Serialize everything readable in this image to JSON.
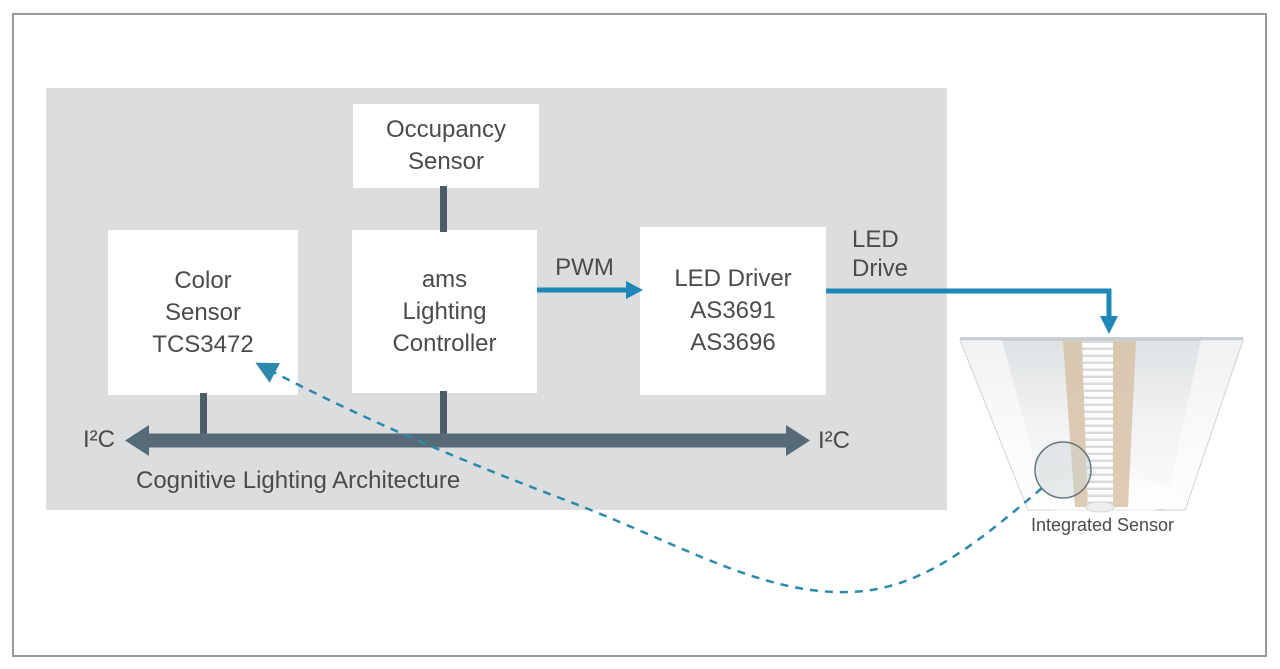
{
  "colors": {
    "panel": "#dcddde",
    "bus": "#566b77",
    "connector": "#4d5d66",
    "accent": "#1e87b8",
    "dashed": "#2d89ab",
    "text": "#4a4b4d",
    "frame": "#97999b"
  },
  "panel": {
    "caption": "Cognitive Lighting Architecture"
  },
  "blocks": {
    "occupancy_sensor": {
      "lines": [
        "Occupancy",
        "Sensor"
      ]
    },
    "color_sensor": {
      "lines": [
        "Color",
        "Sensor",
        "TCS3472"
      ]
    },
    "lighting_controller": {
      "lines": [
        "ams",
        "Lighting",
        "Controller"
      ]
    },
    "led_driver": {
      "lines": [
        "LED Driver",
        "AS3691",
        "AS3696"
      ]
    }
  },
  "signals": {
    "pwm": "PWM",
    "led_drive": [
      "LED",
      "Drive"
    ],
    "i2c_left": "I²C",
    "i2c_right": "I²C"
  },
  "fixture": {
    "label": "Integrated Sensor"
  }
}
